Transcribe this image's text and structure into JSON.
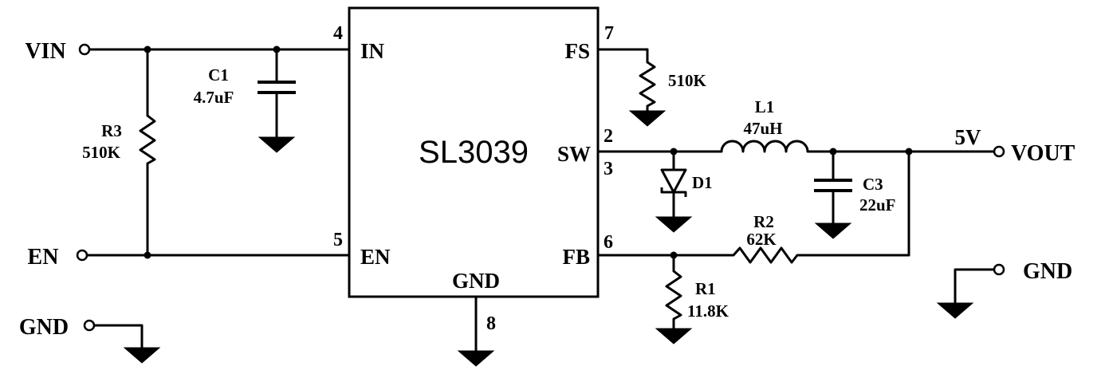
{
  "ic": {
    "name": "SL3039",
    "pins": {
      "in": {
        "num": "4",
        "label": "IN"
      },
      "fs": {
        "num": "7",
        "label": "FS"
      },
      "sw": {
        "num_a": "2",
        "num_b": "3",
        "label": "SW"
      },
      "en": {
        "num": "5",
        "label": "EN"
      },
      "fb": {
        "num": "6",
        "label": "FB"
      },
      "gnd": {
        "num": "8",
        "label": "GND"
      }
    }
  },
  "nets": {
    "vin": "VIN",
    "en": "EN",
    "gnd_left": "GND",
    "output_voltage": "5V",
    "vout": "VOUT",
    "gnd_right": "GND"
  },
  "components": {
    "r3": {
      "ref": "R3",
      "value": "510K"
    },
    "c1": {
      "ref": "C1",
      "value": "4.7uF"
    },
    "r_fs": {
      "value": "510K"
    },
    "d1": {
      "ref": "D1"
    },
    "l1": {
      "ref": "L1",
      "value": "47uH"
    },
    "c3": {
      "ref": "C3",
      "value": "22uF"
    },
    "r2": {
      "ref": "R2",
      "value": "62K"
    },
    "r1": {
      "ref": "R1",
      "value": "11.8K"
    }
  }
}
